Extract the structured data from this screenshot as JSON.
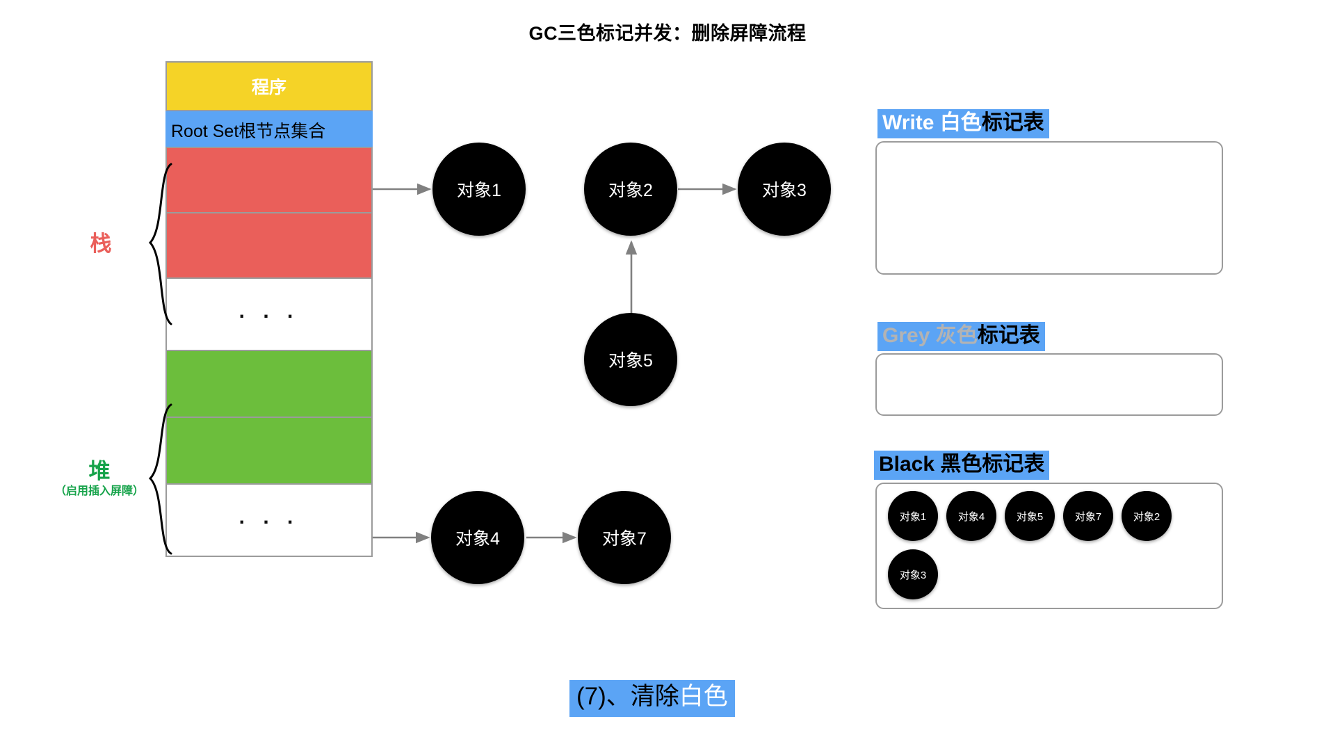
{
  "title": "GC三色标记并发：删除屏障流程",
  "memory_column": {
    "program_label": "程序",
    "root_set_label": "Root Set根节点集合",
    "ellipsis": ". . .",
    "cells": [
      {
        "kind": "program",
        "label": "程序"
      },
      {
        "kind": "rootset",
        "label": "Root Set根节点集合"
      },
      {
        "kind": "red",
        "label": ""
      },
      {
        "kind": "red",
        "label": ""
      },
      {
        "kind": "blank",
        "label": ". . ."
      },
      {
        "kind": "green",
        "label": ""
      },
      {
        "kind": "green",
        "label": ""
      },
      {
        "kind": "blank",
        "label": ". . ."
      }
    ]
  },
  "groups": {
    "stack": {
      "name": "栈",
      "note": ""
    },
    "heap": {
      "name": "堆",
      "note": "（启用插入屏障）"
    }
  },
  "objects": [
    {
      "id": "obj1",
      "label": "对象1"
    },
    {
      "id": "obj2",
      "label": "对象2"
    },
    {
      "id": "obj3",
      "label": "对象3"
    },
    {
      "id": "obj5",
      "label": "对象5"
    },
    {
      "id": "obj4",
      "label": "对象4"
    },
    {
      "id": "obj7",
      "label": "对象7"
    }
  ],
  "edges": [
    {
      "from": "root-stack-slot-1",
      "to": "obj1"
    },
    {
      "from": "obj2",
      "to": "obj3"
    },
    {
      "from": "obj5",
      "to": "obj2"
    },
    {
      "from": "heap-slot-2",
      "to": "obj4"
    },
    {
      "from": "obj4",
      "to": "obj7"
    }
  ],
  "tables": [
    {
      "id": "white",
      "keyword": "Write",
      "color_word": "白色",
      "tail": "标记表",
      "keyword_style": "white",
      "items": []
    },
    {
      "id": "grey",
      "keyword": "Grey",
      "color_word": "灰色",
      "tail": "标记表",
      "keyword_style": "grey",
      "items": []
    },
    {
      "id": "black",
      "keyword": "Black",
      "color_word": "黑色",
      "tail": "标记表",
      "keyword_style": "black",
      "items": [
        "对象1",
        "对象4",
        "对象5",
        "对象7",
        "对象2",
        "对象3"
      ]
    }
  ],
  "caption": {
    "prefix": "(7)、清除",
    "highlight": "白色"
  },
  "colors": {
    "program_yellow": "#F5D327",
    "root_blue": "#5BA4F5",
    "stack_red": "#EA5F5A",
    "heap_green": "#6CBE3C",
    "node_black": "#000000",
    "border_grey": "#9B9B9B",
    "arrow_grey": "#808080",
    "heap_label_green": "#16A34A",
    "grey_keyword": "#B3B3B3"
  }
}
